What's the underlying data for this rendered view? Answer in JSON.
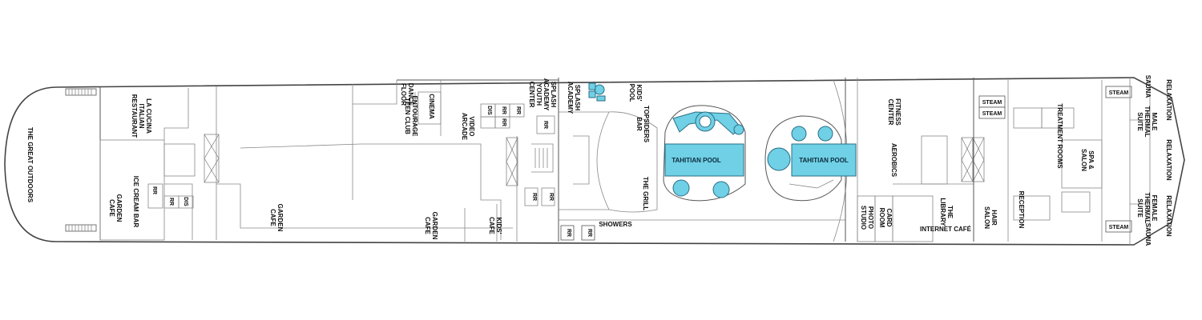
{
  "labels": {
    "great_outdoors": "THE GREAT OUTDOORS",
    "la_cucina": "LA CUCINA",
    "italian": "ITALIAN",
    "restaurant": "RESTAURANT",
    "ice_cream_bar": "ICE CREAM BAR",
    "garden_cafe_1": "GARDEN",
    "garden_cafe_1b": "CAFE",
    "garden_cafe_2": "GARDEN",
    "garden_cafe_2b": "CAFE",
    "garden_cafe_3": "GARDEN",
    "garden_cafe_3b": "CAFE",
    "kids_cafe": "KIDS'",
    "kids_cafe_b": "CAFE",
    "dance_floor": "DANCE",
    "dance_floor_b": "FLOOR",
    "entourage": "ENTOURAGE",
    "entourage_b": "TEEN CLUB",
    "cinema": "CINEMA",
    "video_arcade": "VIDEO",
    "video_arcade_b": "ARCADE",
    "splash_academy": "SPLASH",
    "splash_academy_b": "ACADEMY",
    "splash_academy_c": "YOUTH",
    "splash_academy_d": "CENTER",
    "splash_academy2": "SPLASH",
    "splash_academy2_b": "ACADEMY",
    "kids_pool": "KIDS'",
    "kids_pool_b": "POOL",
    "topsiders": "TOPSIDERS",
    "topsiders_b": "BAR",
    "the_grill": "THE GRILL",
    "tahitian_pool_1": "TAHITIAN POOL",
    "tahitian_pool_2": "TAHITIAN POOL",
    "showers": "SHOWERS",
    "photo_studio": "PHOTO",
    "photo_studio_b": "STUDIO",
    "card_room": "CARD",
    "card_room_b": "ROOM",
    "library": "THE",
    "library_b": "LIBRARY",
    "internet_cafe": "INTERNET CAFÉ",
    "fitness_center": "FITNESS",
    "fitness_center_b": "CENTER",
    "aerobics": "AEROBICS",
    "hair_salon": "HAIR",
    "hair_salon_b": "SALON",
    "reception": "RECEPTION",
    "steam_1": "STEAM",
    "steam_2": "STEAM",
    "steam_3": "STEAM",
    "steam_4": "STEAM",
    "treatment_rooms": "TREATMENT ROOMS",
    "spa_salon": "SPA &",
    "spa_salon_b": "SALON",
    "male_suite": "MALE",
    "male_suite_b": "THERMAL",
    "male_suite_c": "SUITE",
    "female_suite": "FEMALE",
    "female_suite_b": "THERMAL",
    "female_suite_c": "SUITE",
    "relaxation_1": "RELAXATION",
    "relaxation_2": "RELAXATION",
    "relaxation_3": "RELAXATION",
    "sauna_1": "SAUNA",
    "sauna_2": "SAUNA",
    "rr": "RR",
    "dis": "DIS"
  },
  "colors": {
    "water": "#6fd0e6",
    "wall": "#555555"
  }
}
